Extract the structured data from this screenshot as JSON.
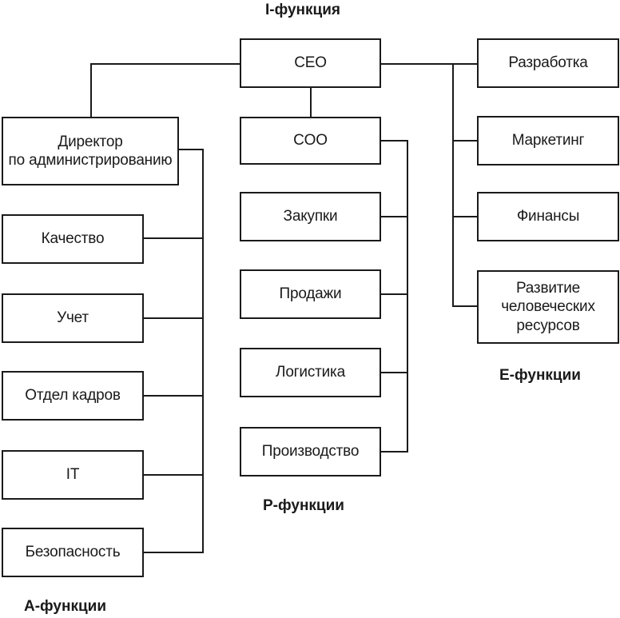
{
  "labels": {
    "i_functions": "I-функция",
    "p_functions": "P-функции",
    "e_functions": "E-функции",
    "a_functions": "A-функции"
  },
  "nodes": {
    "ceo": "CEO",
    "coo": "COO",
    "admin_director": "Директор\nпо администрированию",
    "quality": "Качество",
    "accounting": "Учет",
    "hr_department": "Отдел кадров",
    "it": "IT",
    "security": "Безопасность",
    "purchasing": "Закупки",
    "sales": "Продажи",
    "logistics": "Логистика",
    "production": "Производство",
    "development": "Разработка",
    "marketing": "Маркетинг",
    "finance": "Финансы",
    "hr_development": "Развитие\nчеловеческих\nресурсов"
  }
}
